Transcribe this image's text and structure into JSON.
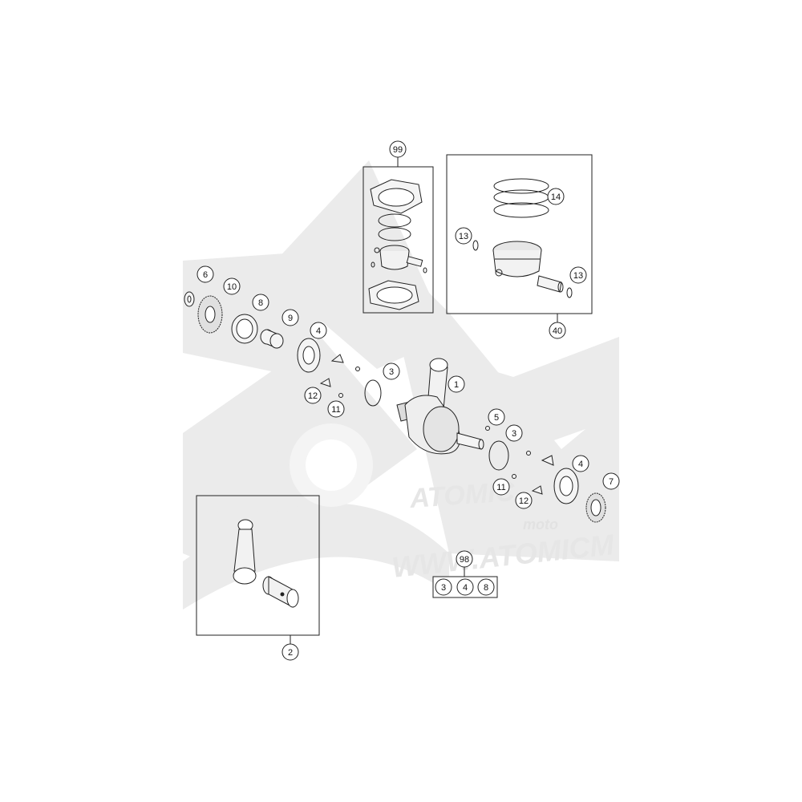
{
  "watermark": {
    "logo_word": "ATOMIC",
    "logo_sub": "moto",
    "url": "WWW.ATOMICM"
  },
  "callouts": {
    "c99": "99",
    "c14": "14",
    "c13a": "13",
    "c13b": "13",
    "c40": "40",
    "c6": "6",
    "c10": "10",
    "c8": "8",
    "c9": "9",
    "c4a": "4",
    "c3a": "3",
    "c1": "1",
    "c12a": "12",
    "c11a": "11",
    "c5": "5",
    "c3b": "3",
    "c4b": "4",
    "c7": "7",
    "c11b": "11",
    "c12b": "12",
    "c98": "98",
    "c98_3": "3",
    "c98_4": "4",
    "c98_8": "8",
    "c2": "2"
  }
}
